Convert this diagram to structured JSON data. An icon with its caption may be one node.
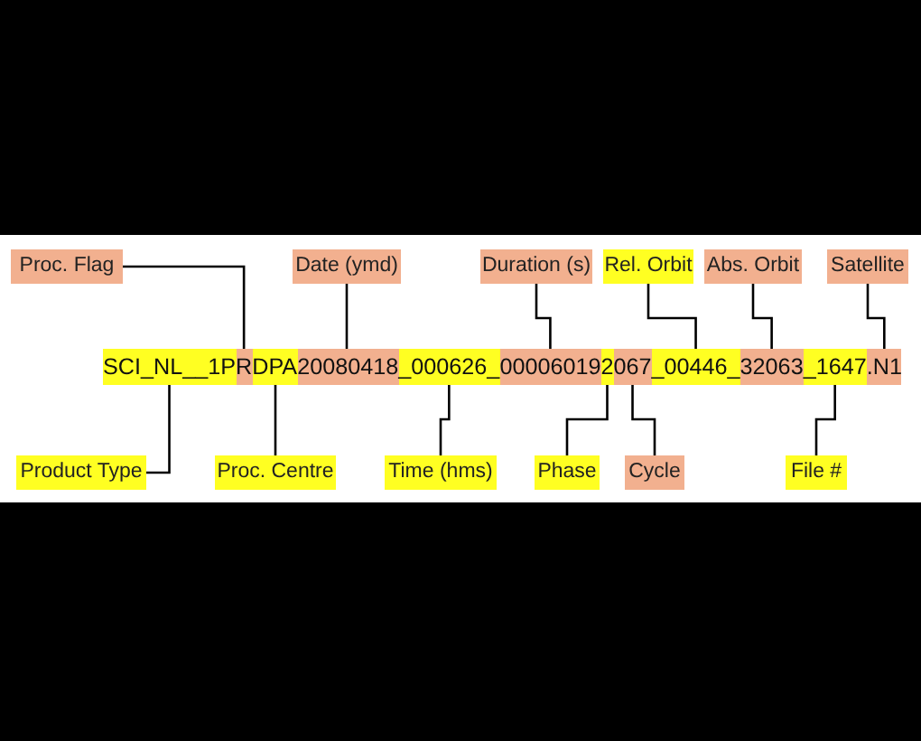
{
  "diagram": {
    "nodes": [
      {
        "text": [
          "Proc. Flag"
        ]
      },
      {
        "text": [
          "Date (ymd)"
        ]
      },
      {
        "text": [
          "Duration (s)"
        ]
      },
      {
        "text": [
          "Rel. Orbit"
        ]
      },
      {
        "text": [
          "Abs. Orbit"
        ]
      },
      {
        "text": [
          "Satellite"
        ]
      },
      {
        "text": [
          "SCI_NL__1P"
        ]
      },
      {
        "text": [
          "R"
        ]
      },
      {
        "text": [
          "DPA"
        ]
      },
      {
        "text": [
          "20080418"
        ]
      },
      {
        "text": [
          "_000626_"
        ]
      },
      {
        "text": [
          "00006019"
        ]
      },
      {
        "text": [
          "2"
        ]
      },
      {
        "text": [
          "067"
        ]
      },
      {
        "text": [
          "_00446_"
        ]
      },
      {
        "text": [
          "32063"
        ]
      },
      {
        "text": [
          "_1647"
        ]
      },
      {
        "text": [
          ".N1"
        ]
      },
      {
        "text": [
          "Product Type"
        ]
      },
      {
        "text": [
          "Proc. Centre"
        ]
      },
      {
        "text": [
          "Time (hms)"
        ]
      },
      {
        "text": [
          "Phase"
        ]
      },
      {
        "text": [
          "Cycle"
        ]
      },
      {
        "text": [
          "File #"
        ]
      }
    ],
    "edges": [
      {
        "from": 0,
        "to": 7,
        "arrow": "none"
      },
      {
        "from": 1,
        "to": 9,
        "arrow": "none"
      },
      {
        "from": 2,
        "to": 11,
        "arrow": "none"
      },
      {
        "from": 3,
        "to": 14,
        "arrow": "none"
      },
      {
        "from": 4,
        "to": 15,
        "arrow": "none"
      },
      {
        "from": 5,
        "to": 17,
        "arrow": "none"
      },
      {
        "from": 18,
        "to": 6,
        "arrow": "none"
      },
      {
        "from": 19,
        "to": 8,
        "arrow": "none"
      },
      {
        "from": 20,
        "to": 10,
        "arrow": "none"
      },
      {
        "from": 21,
        "to": 12,
        "arrow": "none"
      },
      {
        "from": 22,
        "to": 13,
        "arrow": "none"
      },
      {
        "from": 23,
        "to": 16,
        "arrow": "none"
      }
    ]
  }
}
